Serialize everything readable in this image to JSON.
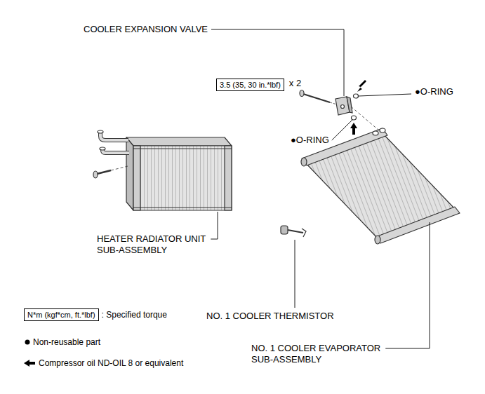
{
  "diagram": {
    "nodes": [
      {
        "text": [
          "3.5 (35, 30 in.*lbf)"
        ]
      },
      {
        "text": [
          "N*m (kgf*cm, ft.*lbf)"
        ]
      }
    ],
    "labels": [
      "COOLER EXPANSION VALVE",
      "x 2",
      "●O-RING",
      "●O-RING",
      "HEATER RADIATOR UNIT SUB-ASSEMBLY",
      "NO. 1 COOLER THERMISTOR",
      "NO. 1 COOLER EVAPORATOR SUB-ASSEMBLY"
    ],
    "legend": [
      {
        "text": ": Specified torque"
      },
      {
        "text": "Non-reusable part"
      },
      {
        "text": "Compressor oil ND-OIL 8 or equivalent"
      }
    ]
  }
}
